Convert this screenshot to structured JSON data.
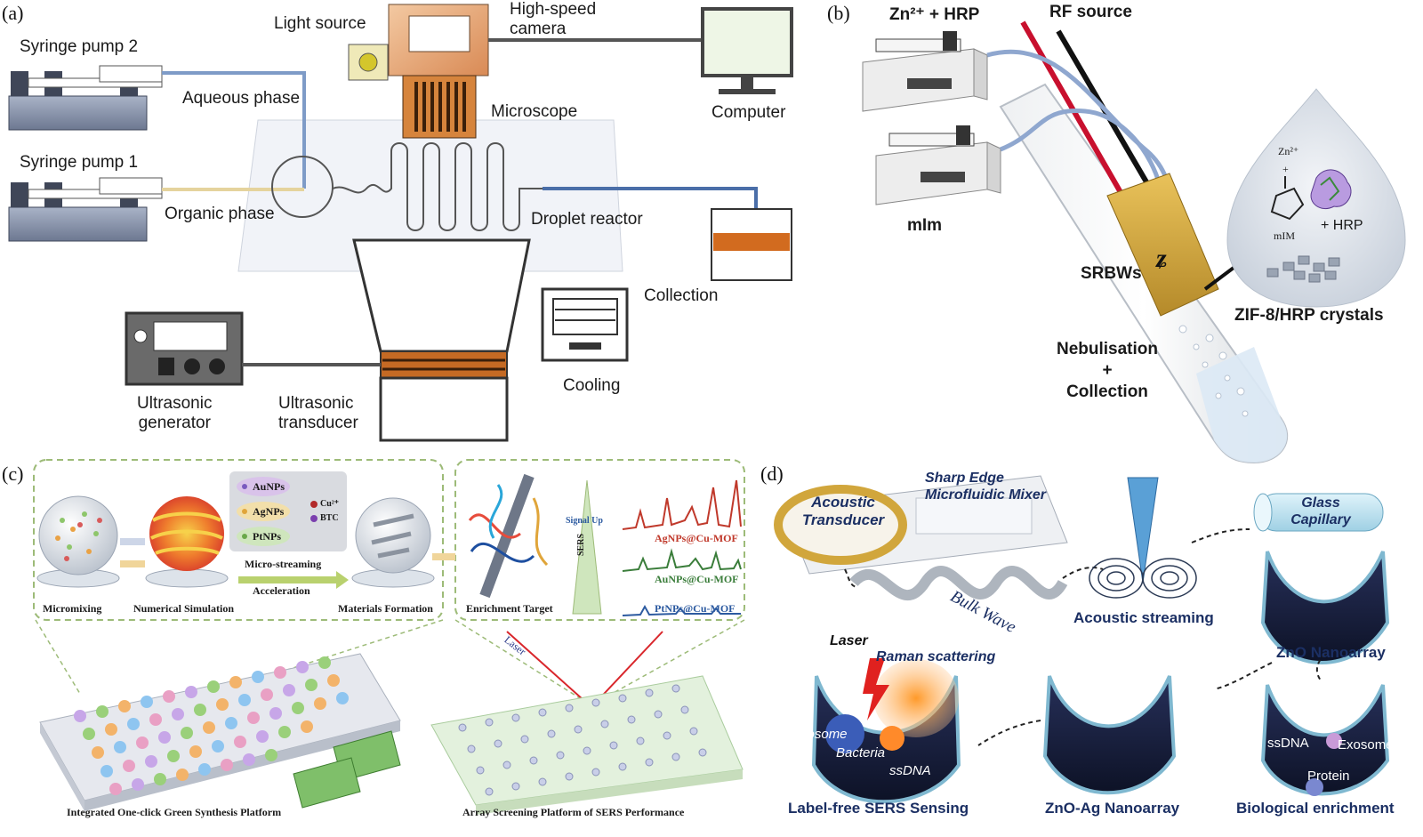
{
  "panel_a": {
    "tag": "(a)",
    "labels": {
      "syringe_pump_2": "Syringe pump 2",
      "syringe_pump_1": "Syringe pump 1",
      "aqueous_phase": "Aqueous phase",
      "organic_phase": "Organic phase",
      "light_source": "Light source",
      "high_speed_camera": "High-speed\ncamera",
      "microscope": "Microscope",
      "computer": "Computer",
      "droplet_reactor": "Droplet reactor",
      "collection": "Collection",
      "cooling": "Cooling",
      "ultrasonic_generator": "Ultrasonic\ngenerator",
      "ultrasonic_transducer": "Ultrasonic\ntransducer"
    }
  },
  "panel_b": {
    "tag": "(b)",
    "labels": {
      "zn_hrp": "Zn²⁺ + HRP",
      "rf_source": "RF source",
      "mim": "mIm",
      "srbws": "SRBWs",
      "nebulisation": "Nebulisation\n+\nCollection",
      "zif_crystals": "ZIF-8/HRP crystals",
      "drop_zn": "Zn²⁺",
      "drop_plus": "+",
      "drop_mim": "mIM",
      "drop_hrp": "+ HRP"
    }
  },
  "panel_c": {
    "tag": "(c)",
    "labels": {
      "aunps": "AuNPs",
      "agnps": "AgNPs",
      "ptnps": "PtNPs",
      "cu": "Cu²⁺",
      "btc": "BTC",
      "micro_streaming": "Micro-streaming",
      "acceleration": "Acceleration",
      "micromixing": "Micromixing",
      "numerical_simulation": "Numerical Simulation",
      "materials_formation": "Materials Formation",
      "signal_up": "Signal Up",
      "sers": "SERS",
      "agnps_mof": "AgNPs@Cu-MOF",
      "aunps_mof": "AuNPs@Cu-MOF",
      "ptnps_mof": "PtNPs@Cu-MOF",
      "enrichment_target": "Enrichment Target",
      "laser": "Laser",
      "platform_left": "Integrated One-click Green Synthesis Platform",
      "platform_right": "Array Screening Platform of SERS Performance"
    }
  },
  "panel_d": {
    "tag": "(d)",
    "labels": {
      "acoustic_transducer": "Acoustic\nTransducer",
      "sharp_edge": "Sharp Edge\nMicrofluidic Mixer",
      "bulk_wave": "Bulk Wave",
      "glass_capillary": "Glass\nCapillary",
      "acoustic_streaming": "Acoustic streaming",
      "zno_nanoarray": "ZnO Nanoarray",
      "laser": "Laser",
      "raman": "Raman scattering",
      "exosome": "Exosome",
      "bacteria": "Bacteria",
      "ssdna": "ssDNA",
      "label_free": "Label-free SERS Sensing",
      "zno_ag": "ZnO-Ag Nanoarray",
      "bio_ssdna": "ssDNA",
      "bio_exosome": "Exosome",
      "bio_protein": "Protein",
      "bio_enrichment": "Biological enrichment"
    }
  }
}
